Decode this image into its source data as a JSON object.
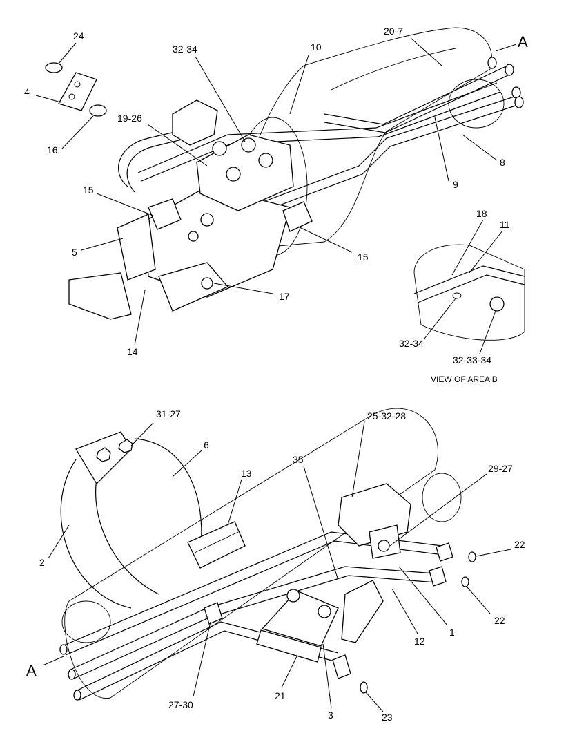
{
  "upper_callouts": {
    "c24": "24",
    "c4": "4",
    "c16": "16",
    "c32_34_top": "32-34",
    "c10": "10",
    "c20_7": "20-7",
    "cA_top": "A",
    "c19_26": "19-26",
    "c8": "8",
    "c9": "9",
    "c15_left": "15",
    "c15_right": "15",
    "c5": "5",
    "c17": "17",
    "c14": "14"
  },
  "detail_b": {
    "c18": "18",
    "c11": "11",
    "c32_34": "32-34",
    "c32_33_34": "32-33-34",
    "caption": "VIEW OF AREA  B"
  },
  "lower_callouts": {
    "c31_27": "31-27",
    "c6": "6",
    "c25_32_28": "25-32-28",
    "c13": "13",
    "c35": "35",
    "c29_27": "29-27",
    "c2": "2",
    "c22_top": "22",
    "c22_bottom": "22",
    "c12": "12",
    "c1": "1",
    "cA_bottom": "A",
    "c27_30": "27-30",
    "c21": "21",
    "c3": "3",
    "c23": "23"
  }
}
